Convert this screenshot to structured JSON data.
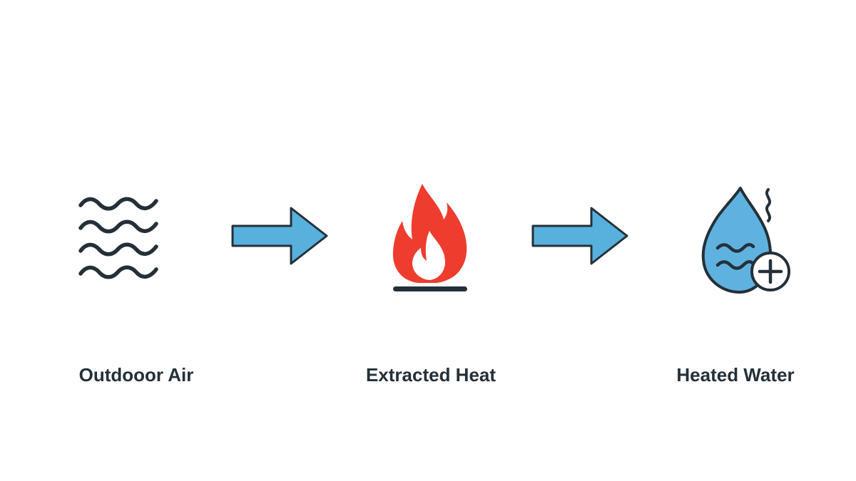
{
  "stages": [
    {
      "label": "Outdooor Air",
      "icon": "air-waves-icon"
    },
    {
      "label": "Extracted Heat",
      "icon": "flame-icon"
    },
    {
      "label": "Heated Water",
      "icon": "water-drop-plus-icon"
    }
  ],
  "arrows": [
    {
      "icon": "right-arrow-icon"
    },
    {
      "icon": "right-arrow-icon"
    }
  ],
  "colors": {
    "ink": "#243038",
    "arrow_fill": "#58b0dc",
    "flame_red": "#ee3c2e",
    "water_blue": "#5fb2df",
    "background": "#ffffff"
  }
}
